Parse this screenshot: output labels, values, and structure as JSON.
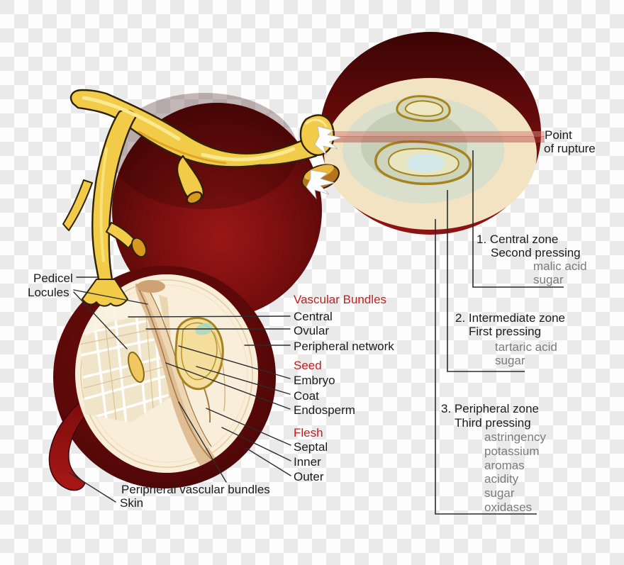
{
  "palette": {
    "checker_gray": "#eaeaea",
    "grape_dark": "#420505",
    "grape_mid": "#7d0f0f",
    "grape_light": "#9a1717",
    "pedicel_yellow": "#f2cc49",
    "pedicel_highlight": "#f9ea92",
    "pedicel_shadow": "#d9991f",
    "pedicel_outline": "#2e2105",
    "flesh_cream": "#f2e4c3",
    "cut_face_cream": "#f8eeda",
    "zone_intermediate": "#d9dfca",
    "zone_central": "#c5cfb8",
    "seed_gold_outline": "#a5841e",
    "seed_fill": "#f5dd9b",
    "septal_tan": "#dfbd95",
    "rupture_red": "#ae4237",
    "leader_line": "#2b2b2b",
    "label_black": "#1b1b1b",
    "label_red": "#c41e1e",
    "label_gray": "#7b7b7b"
  },
  "left_labels": {
    "pedicel": "Pedicel",
    "locules": "Locules",
    "peripheral_vascular_bundles": "Peripheral vascular bundles",
    "skin": "Skin"
  },
  "rupture": {
    "line1": "Point",
    "line2": "of rupture"
  },
  "callout_groups": [
    {
      "heading": "Vascular Bundles",
      "items": [
        "Central",
        "Ovular",
        "Peripheral network"
      ]
    },
    {
      "heading": "Seed",
      "items": [
        "Embryo",
        "Coat",
        "Endosperm"
      ]
    },
    {
      "heading": "Flesh",
      "items": [
        "Septal",
        "Inner",
        "Outer"
      ]
    }
  ],
  "zones": [
    {
      "label": "1. Central zone",
      "pressing": "Second pressing",
      "compounds": [
        "malic acid",
        "sugar"
      ]
    },
    {
      "label": "2. Intermediate zone",
      "pressing": "First pressing",
      "compounds": [
        "tartaric acid",
        "sugar"
      ]
    },
    {
      "label": "3. Peripheral zone",
      "pressing": "Third pressing",
      "compounds": [
        "astringency",
        "potassium",
        "aromas",
        "acidity",
        "sugar",
        "oxidases"
      ]
    }
  ]
}
